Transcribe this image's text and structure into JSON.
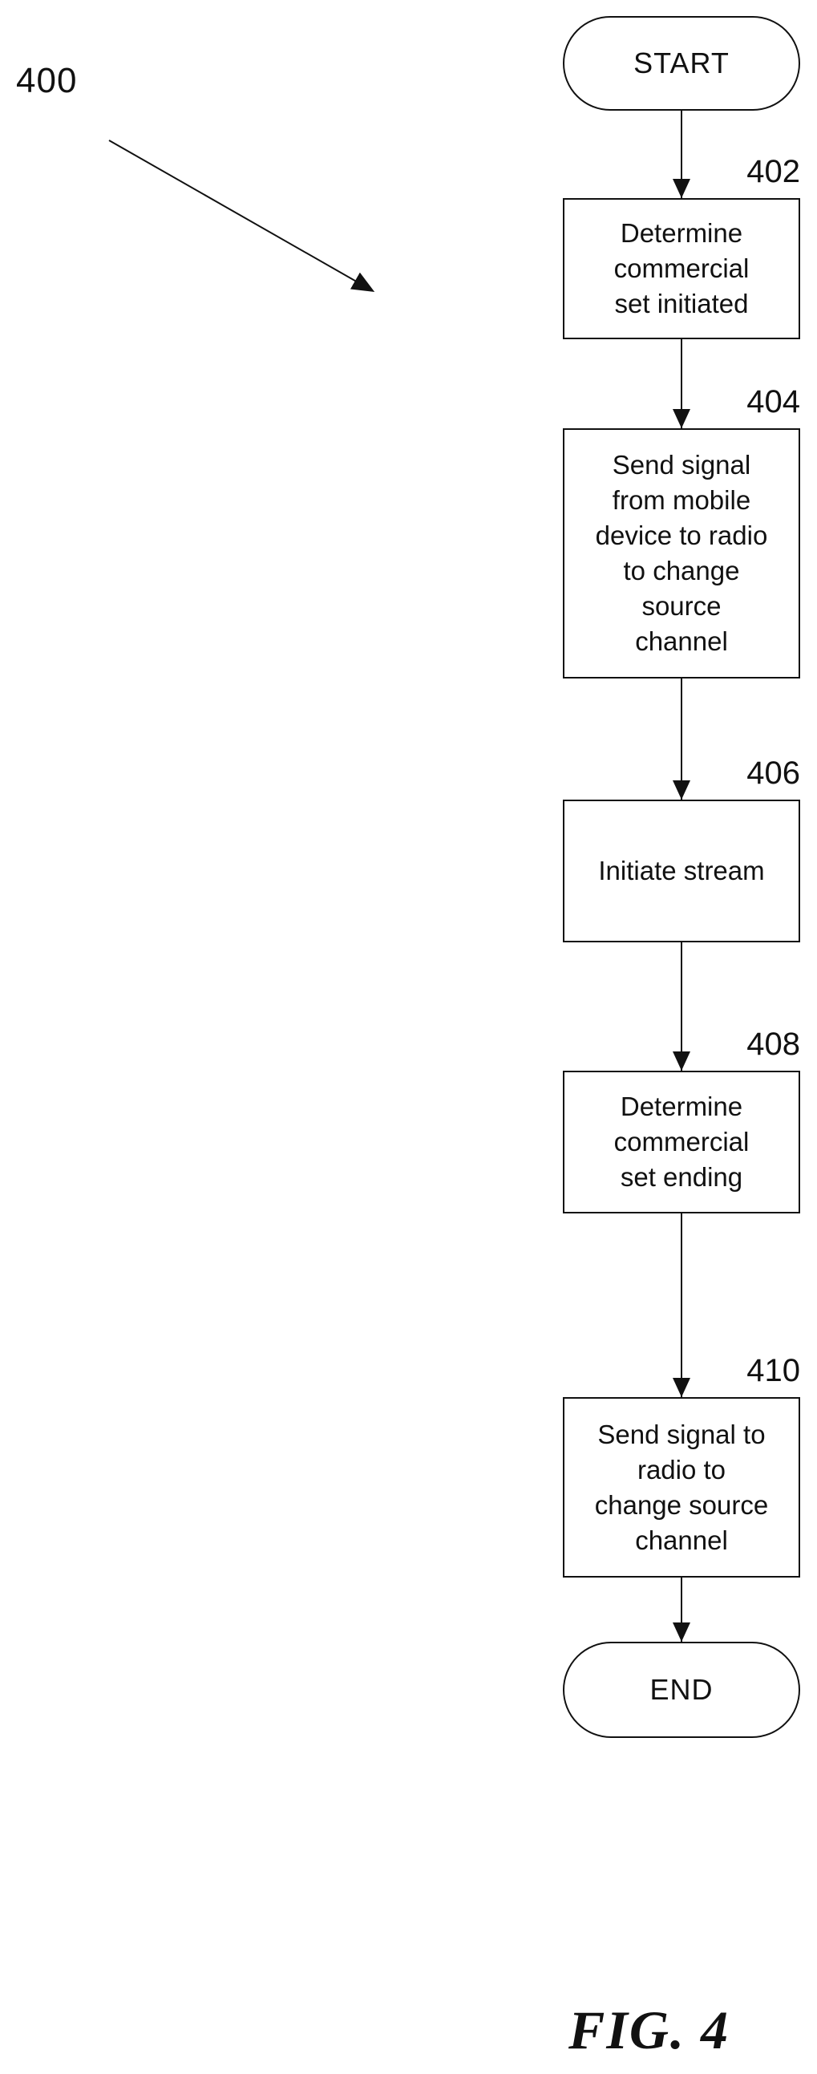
{
  "diagram": {
    "overview_label": "400",
    "figure_caption": "FIG. 4",
    "terminals": {
      "start": "START",
      "end": "END"
    },
    "nodes": [
      {
        "ref": "402",
        "label": "Determine\ncommercial\nset initiated"
      },
      {
        "ref": "404",
        "label": "Send signal\nfrom mobile\ndevice to radio\nto change\nsource\nchannel"
      },
      {
        "ref": "406",
        "label": "Initiate stream"
      },
      {
        "ref": "408",
        "label": "Determine\ncommercial\nset ending"
      },
      {
        "ref": "410",
        "label": "Send signal to\nradio to\nchange source\nchannel"
      }
    ],
    "colors": {
      "ink": "#111111",
      "background": "#ffffff"
    }
  }
}
